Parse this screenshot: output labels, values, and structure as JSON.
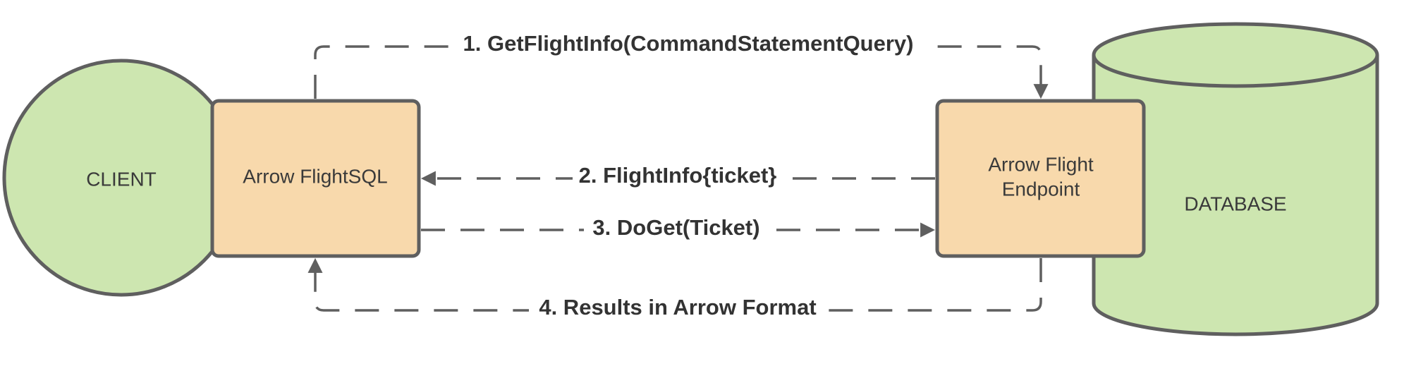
{
  "nodes": {
    "client": "CLIENT",
    "flightsql": "Arrow FlightSQL",
    "endpoint_line1": "Arrow Flight",
    "endpoint_line2": "Endpoint",
    "database": "DATABASE"
  },
  "edges": {
    "step1": "1. GetFlightInfo(CommandStatementQuery)",
    "step2": "2. FlightInfo{ticket}",
    "step3": "3. DoGet(Ticket)",
    "step4": "4. Results in Arrow Format"
  },
  "colors": {
    "green_fill": "#cde6b0",
    "orange_fill": "#f8d9ac",
    "stroke": "#5f5f5f"
  }
}
